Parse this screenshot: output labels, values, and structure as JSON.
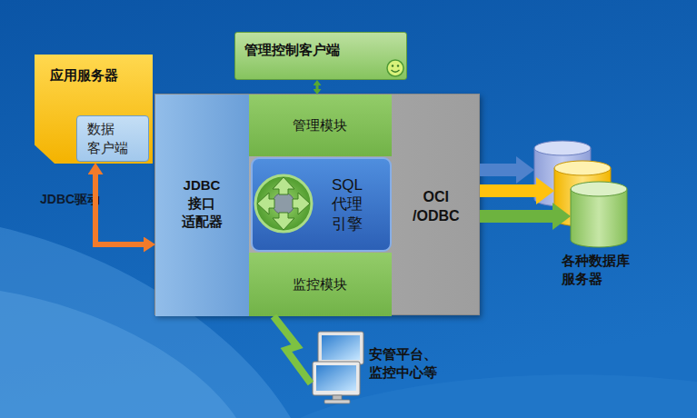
{
  "diagram": {
    "nodes": [
      {
        "text": [
          "应用服务器"
        ]
      },
      {
        "text": [
          "数据 客户端"
        ],
        "in": 0
      },
      {
        "text": [
          "管理控制客户端"
        ]
      },
      {
        "text": [
          "OCI /ODBC"
        ]
      },
      {
        "text": [
          "JDBC 接口 适配器"
        ],
        "in": 3
      },
      {
        "text": [
          "管理模块"
        ],
        "in": 3
      },
      {
        "text": [
          "SQL 代理 引擎"
        ],
        "in": 3
      },
      {
        "text": [
          "监控模块"
        ],
        "in": 3
      },
      {
        "text": [
          "各种数据库 服务器"
        ]
      },
      {
        "text": [
          "安管平台、 监控中心等"
        ]
      }
    ],
    "edges": [
      {
        "from": 1,
        "to": 4,
        "arrow": "both",
        "label": "JDBC驱动"
      },
      {
        "from": 2,
        "to": 5,
        "arrow": "both"
      },
      {
        "from": 3,
        "to": 8,
        "arrow": "to"
      },
      {
        "from": 3,
        "to": 8,
        "arrow": "to"
      },
      {
        "from": 3,
        "to": 8,
        "arrow": "to"
      },
      {
        "from": 7,
        "to": 9,
        "arrow": "none"
      }
    ]
  }
}
